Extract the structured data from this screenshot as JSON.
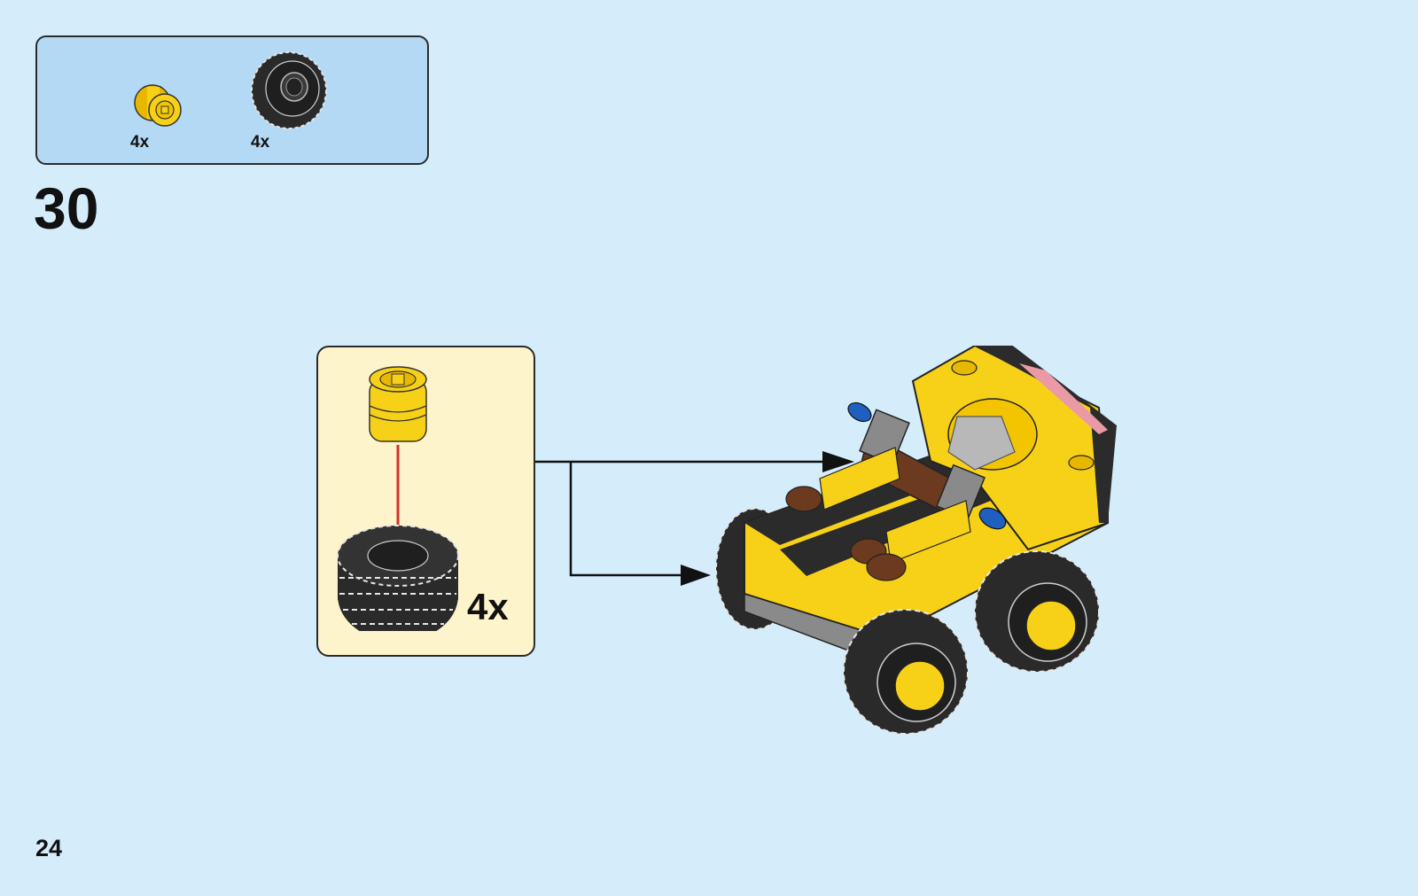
{
  "parts_list": {
    "items": [
      {
        "icon": "yellow-rim-icon",
        "quantity": "4x"
      },
      {
        "icon": "tire-icon",
        "quantity": "4x"
      }
    ]
  },
  "step": {
    "number": "30"
  },
  "subassembly": {
    "quantity": "4x"
  },
  "page": {
    "number": "24"
  },
  "colors": {
    "background": "#d5ecfb",
    "parts_box": "#b3d9f5",
    "subassembly_box": "#fef4cc",
    "lego_yellow": "#f7d117",
    "tire": "#2a2a2a",
    "arrow_red": "#d0312d"
  }
}
